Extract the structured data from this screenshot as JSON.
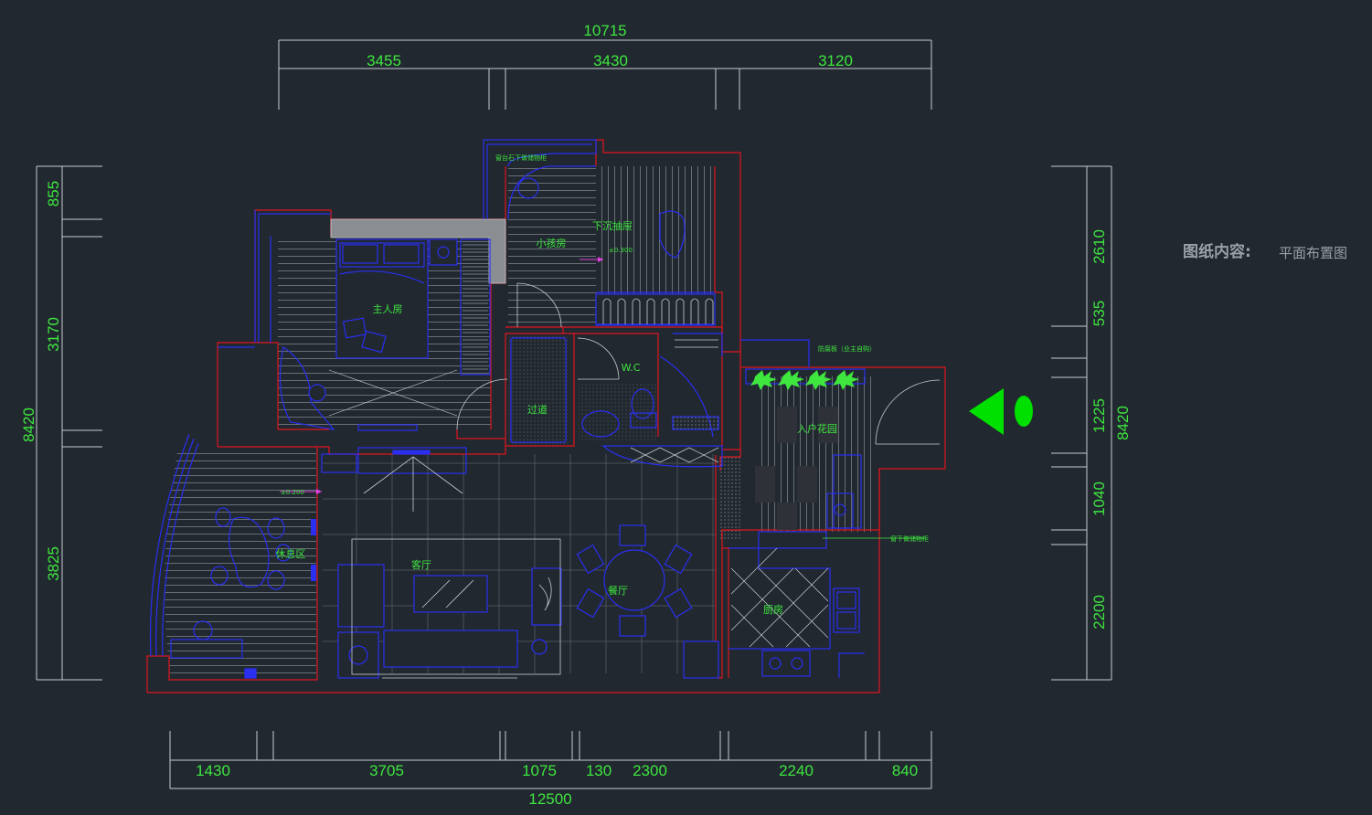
{
  "title_block": {
    "label": "图纸内容:",
    "value": "平面布置图"
  },
  "dimensions": {
    "top_total": "10715",
    "top_segments": [
      "3455",
      "3430",
      "3120"
    ],
    "bottom_total": "12500",
    "bottom_segments": [
      "1430",
      "3705",
      "1075",
      "130",
      "2300",
      "2240",
      "840"
    ],
    "left_total": "8420",
    "left_segments": [
      "855",
      "3170",
      "3825"
    ],
    "right_total": "8420",
    "right_segments": [
      "2610",
      "535",
      "1225",
      "1040",
      "2200"
    ]
  },
  "rooms": {
    "master_bedroom": "主人房",
    "child_room": "小孩房",
    "sunken_floor": "下沉抽屉",
    "corridor": "过道",
    "wc": "W.C",
    "entry_garden": "入户花园",
    "rest_area": "休息区",
    "living_room": "客厅",
    "dining_room": "餐厅",
    "kitchen": "厨房"
  },
  "notes": {
    "top_note": "窗台石下做储物柜",
    "guard_rail": "防腐板（业主自购）",
    "kitchen_note": "窗下做储物柜",
    "level_1": "±0.300",
    "level_2": "±0.200"
  },
  "colors": {
    "background": "#212830",
    "wall_red": "#e0141e",
    "furniture_blue": "#2a2ff0",
    "dimension_green": "#3ee63e",
    "line_white": "#c8ccd0",
    "arrow_green": "#00e000"
  }
}
